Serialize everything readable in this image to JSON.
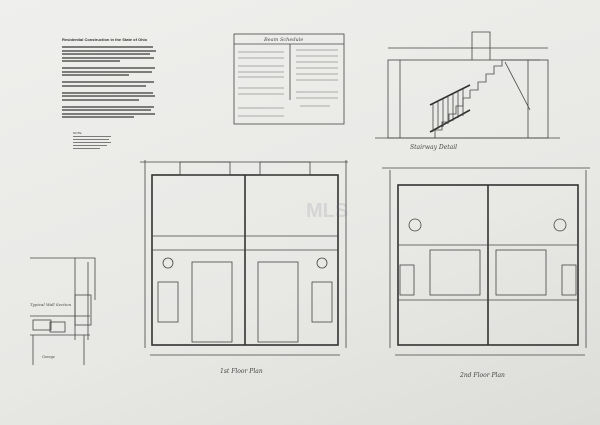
{
  "notes": {
    "title": "Residential Construction in the State of Ohio",
    "note_heading": "NOTE:"
  },
  "schedule": {
    "title": "Beam Schedule"
  },
  "drawings": {
    "stairway_detail": "Stairway Detail",
    "first_floor": "1st Floor Plan",
    "second_floor": "2nd Floor Plan",
    "wall_section": "Typical Wall Section",
    "garage": "Garage"
  },
  "watermark": "MLS"
}
